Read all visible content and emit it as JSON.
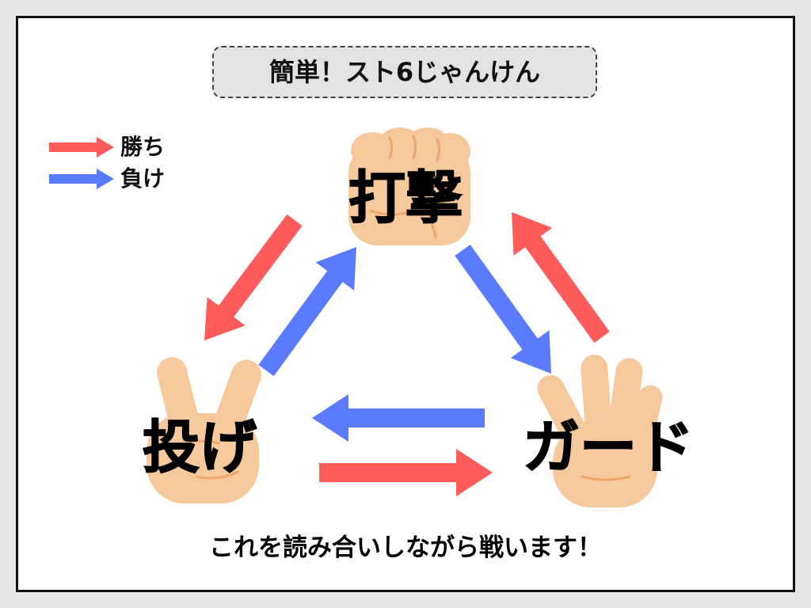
{
  "title": "簡単！スト6じゃんけん",
  "legend": [
    {
      "label": "勝ち",
      "color": "#ff5b5b"
    },
    {
      "label": "負け",
      "color": "#5b7bff"
    }
  ],
  "nodes": [
    {
      "label": "打撃",
      "icon": "fist-icon"
    },
    {
      "label": "投げ",
      "icon": "peace-hand-icon"
    },
    {
      "label": "ガード",
      "icon": "open-hand-icon"
    }
  ],
  "edges": [
    {
      "from": 0,
      "to": 1,
      "legend": 0
    },
    {
      "from": 1,
      "to": 0,
      "legend": 1
    },
    {
      "from": 0,
      "to": 2,
      "legend": 1
    },
    {
      "from": 2,
      "to": 0,
      "legend": 0
    },
    {
      "from": 2,
      "to": 1,
      "legend": 1
    },
    {
      "from": 1,
      "to": 2,
      "legend": 0
    }
  ],
  "caption": "これを読み合いしながら戦います！",
  "colors": {
    "skin": "#f6c99d",
    "skin_line": "#eea66c",
    "frame": "#111111",
    "background": "#e6e6e6"
  }
}
